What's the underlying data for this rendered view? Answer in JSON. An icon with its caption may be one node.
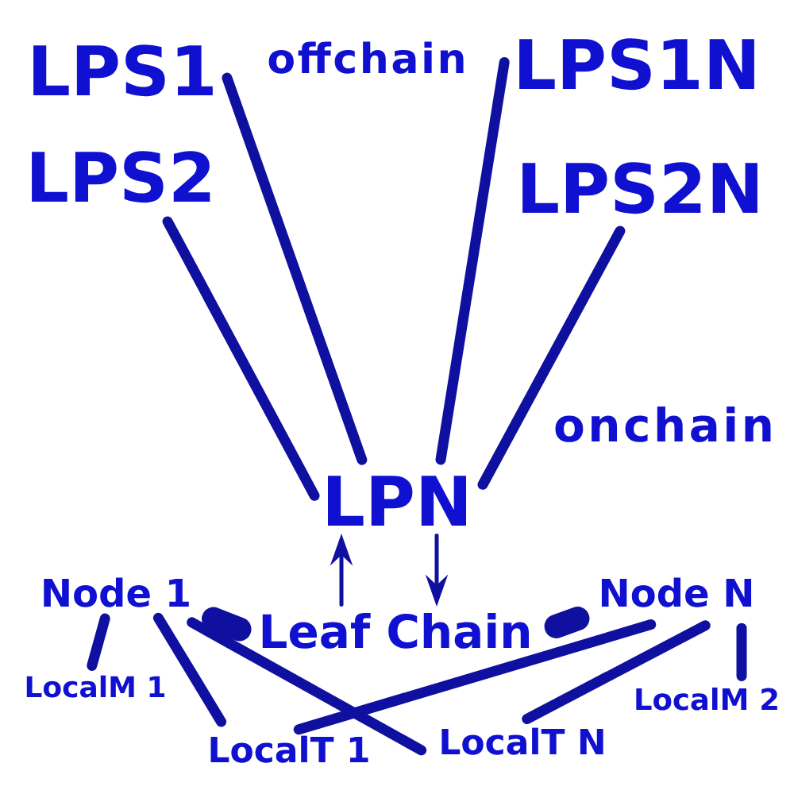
{
  "diagram": {
    "nodes": [
      {
        "text": [
          "LPS1"
        ]
      },
      {
        "text": [
          "LPS1N"
        ]
      },
      {
        "text": [
          "LPS2"
        ]
      },
      {
        "text": [
          "LPS2N"
        ]
      },
      {
        "text": [
          "LPN"
        ]
      },
      {
        "text": [
          "Node 1"
        ]
      },
      {
        "text": [
          "Leaf Chain"
        ]
      },
      {
        "text": [
          "Node N"
        ]
      },
      {
        "text": [
          "LocalM 1"
        ]
      },
      {
        "text": [
          "LocalM 2"
        ]
      },
      {
        "text": [
          "LocalT 1"
        ]
      },
      {
        "text": [
          "LocalT N"
        ]
      }
    ],
    "edges": [
      {
        "from": 0,
        "to": 4,
        "arrow": "none"
      },
      {
        "from": 1,
        "to": 4,
        "arrow": "none"
      },
      {
        "from": 2,
        "to": 4,
        "arrow": "none"
      },
      {
        "from": 3,
        "to": 4,
        "arrow": "none"
      },
      {
        "from": 6,
        "to": 4,
        "arrow": "to"
      },
      {
        "from": 4,
        "to": 6,
        "arrow": "to"
      },
      {
        "from": 5,
        "to": 6,
        "arrow": "none",
        "style": "thick"
      },
      {
        "from": 7,
        "to": 6,
        "arrow": "none",
        "style": "thick"
      },
      {
        "from": 5,
        "to": 8,
        "arrow": "none"
      },
      {
        "from": 5,
        "to": 10,
        "arrow": "none"
      },
      {
        "from": 5,
        "to": 11,
        "arrow": "none"
      },
      {
        "from": 7,
        "to": 10,
        "arrow": "none"
      },
      {
        "from": 7,
        "to": 11,
        "arrow": "none"
      },
      {
        "from": 7,
        "to": 9,
        "arrow": "none"
      }
    ],
    "labels": [
      "offchain",
      "onchain"
    ]
  }
}
